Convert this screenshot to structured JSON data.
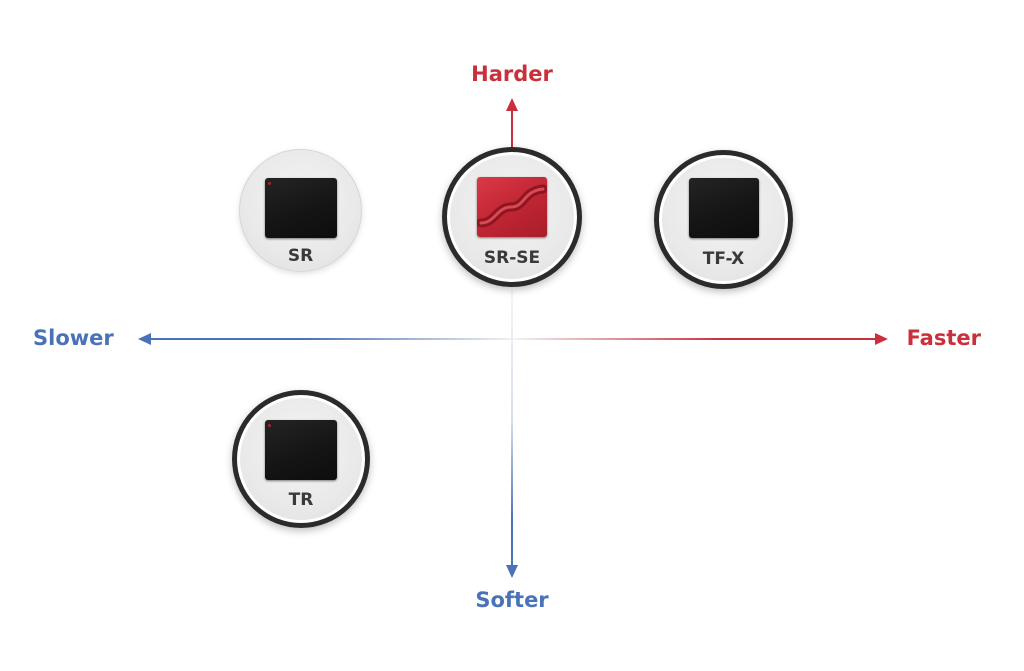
{
  "axes": {
    "top": "Harder",
    "bottom": "Softer",
    "left": "Slower",
    "right": "Faster"
  },
  "colors": {
    "red": "#c9303c",
    "blue": "#4a72b8",
    "ring": "#2b2b2b"
  },
  "products": [
    {
      "name": "SR",
      "speed": -2,
      "hardness": 1,
      "highlighted": false,
      "pad": "black"
    },
    {
      "name": "SR-SE",
      "speed": 0,
      "hardness": 1,
      "highlighted": true,
      "pad": "red"
    },
    {
      "name": "TF-X",
      "speed": 2,
      "hardness": 1,
      "highlighted": true,
      "pad": "black"
    },
    {
      "name": "TR",
      "speed": -2,
      "hardness": -1,
      "highlighted": true,
      "pad": "black"
    }
  ]
}
